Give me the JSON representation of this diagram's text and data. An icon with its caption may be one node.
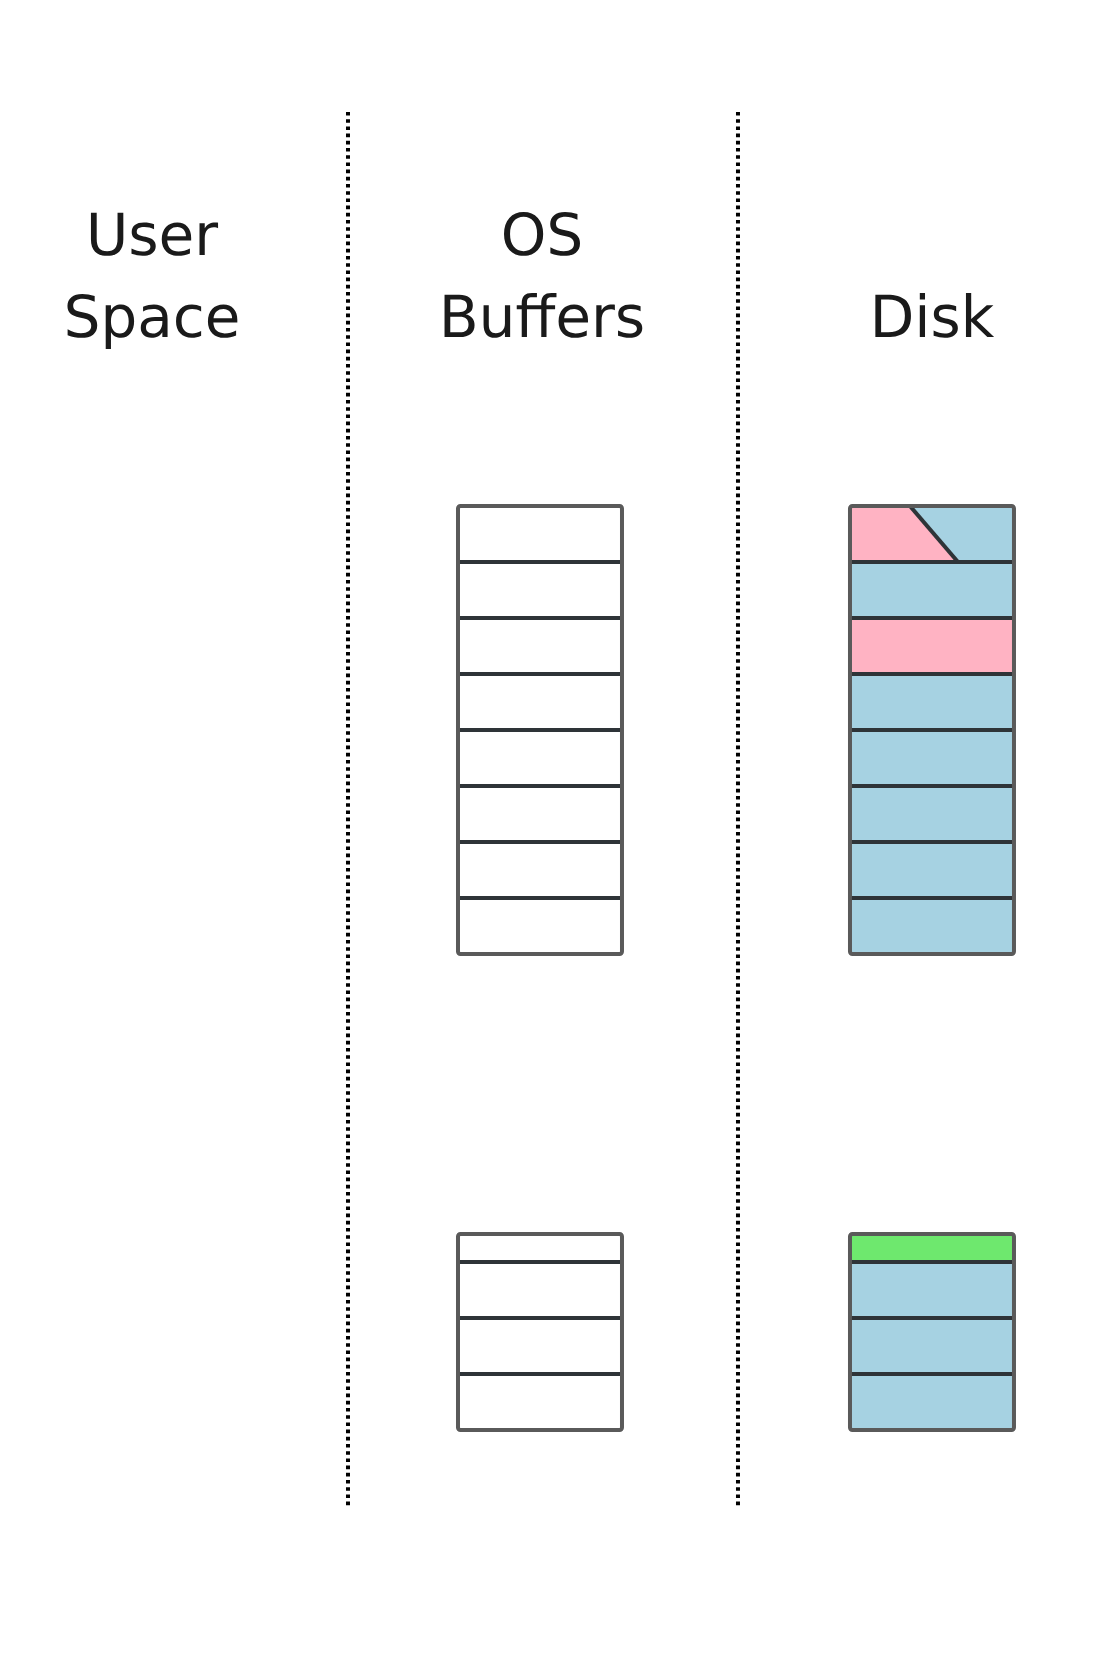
{
  "diagram": {
    "labels": [
      "User Space",
      "OS Buffers",
      "Disk"
    ]
  }
}
